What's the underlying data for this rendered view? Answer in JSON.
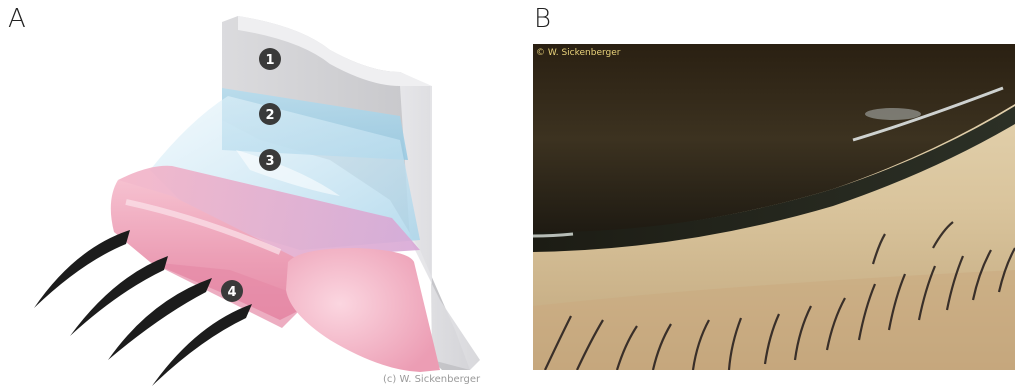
{
  "panels": {
    "a": {
      "letter": "A",
      "markers": [
        "1",
        "2",
        "3",
        "4"
      ],
      "credit": "(c) W. Sickenberger"
    },
    "b": {
      "letter": "B",
      "credit": "© W. Sickenberger"
    }
  },
  "colors": {
    "layer1_gray": "#c9c9cc",
    "layer2_blue": "#a9d6ea",
    "layer3_blue": "#b9dff0",
    "lid_pink": "#f0a9bf",
    "lash": "#1c1c1c",
    "marker_bg": "#3a3a3a"
  },
  "icons": [
    "eyelash-shape",
    "numbered-marker"
  ]
}
